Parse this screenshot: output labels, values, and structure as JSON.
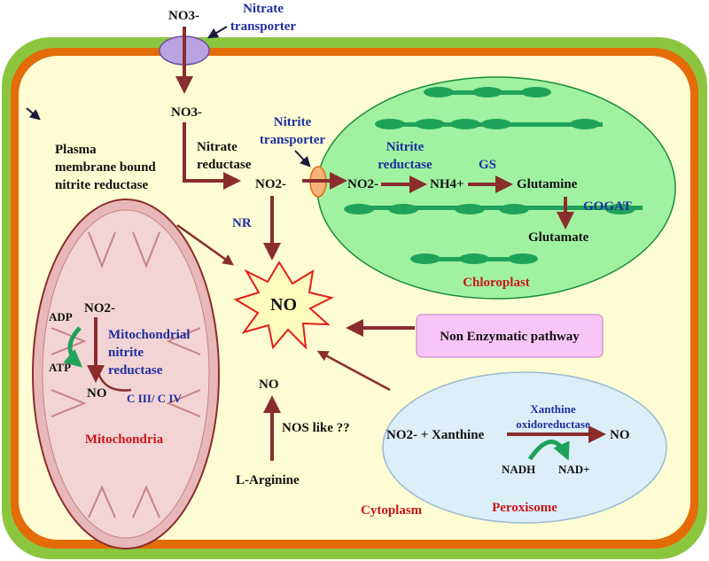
{
  "colors": {
    "outer_wall": "#8cc63f",
    "membrane": "#e36c09",
    "cytoplasm": "#fdfcd3",
    "arrow": "#8b2d2d",
    "chloroplast": "#a0f2a0",
    "thylakoid": "#1fa35a",
    "mitochondria": "#f3d4d4",
    "peroxisome": "#dceef8",
    "label_blue": "#1f2f9f",
    "label_red": "#c8161d",
    "nonenzymatic_box": "#f7c6f7",
    "no_star": "#fffbbd"
  },
  "labels": {
    "nitrate_top": "NO3-",
    "nitrate_transporter_1": "Nitrate",
    "nitrate_transporter_2": "transporter",
    "nitrate_inside": "NO3-",
    "plasma_1": "Plasma",
    "plasma_2": "membrane bound",
    "plasma_3": "nitrite reductase",
    "nitrate_reductase_1": "Nitrate",
    "nitrate_reductase_2": "reductase",
    "nitrite": "NO2-",
    "nitrite_transporter_1": "Nitrite",
    "nitrite_transporter_2": "transporter",
    "nr": "NR",
    "no_center": "NO",
    "chloro_nitrite_reductase_1": "Nitrite",
    "chloro_nitrite_reductase_2": "reductase",
    "gs": "GS",
    "chloro_nitrite": "NO2-",
    "ammonium": "NH4+",
    "glutamine": "Glutamine",
    "gogat": "GOGAT",
    "glutamate": "Glutamate",
    "chloroplast": "Chloroplast",
    "mito_nitrite": "NO2-",
    "adp": "ADP",
    "atp": "ATP",
    "mito_reductase_1": "Mitochondrial",
    "mito_reductase_2": "nitrite",
    "mito_reductase_3": "reductase",
    "mito_no": "NO",
    "complex": "C III/ C IV",
    "mitochondria": "Mitochondria",
    "non_enzymatic": "Non Enzymatic pathway",
    "no_arg": "NO",
    "nos_like": "NOS like ??",
    "l_arginine": "L-Arginine",
    "xo_1": "Xanthine",
    "xo_2": "oxidoreductase",
    "xanthine_reactant": "NO2- + Xanthine",
    "xo_no": "NO",
    "nadh": "NADH",
    "nad": "NAD+",
    "peroxisome": "Peroxisome",
    "cytoplasm": "Cytoplasm"
  }
}
